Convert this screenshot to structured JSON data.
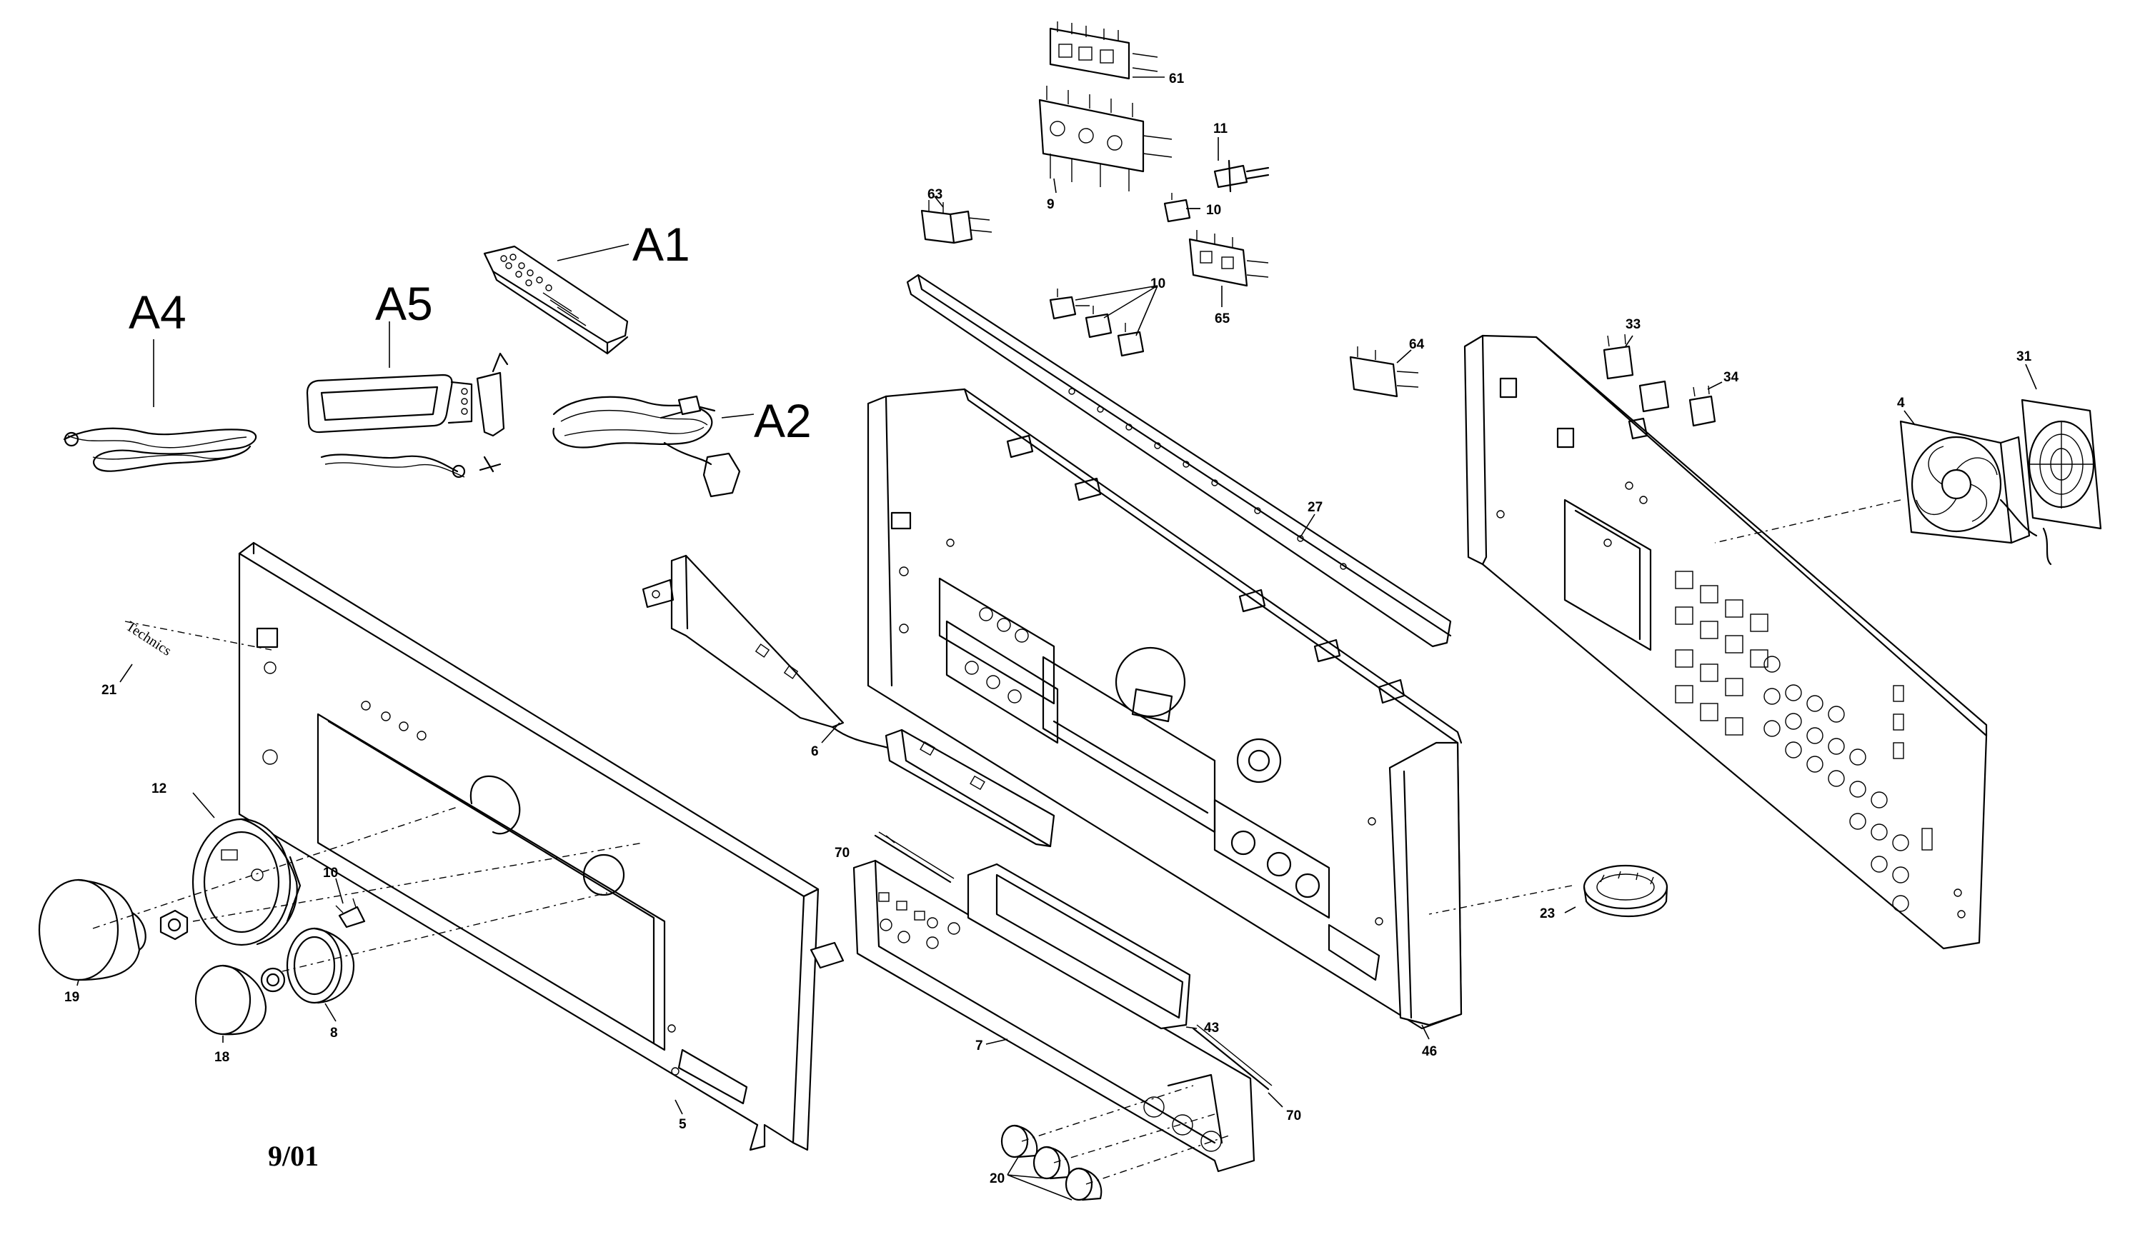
{
  "date_code": "9/01",
  "brand_text": "Technics",
  "accessory_labels": {
    "remote": "A1",
    "ac_cord": "A2",
    "fm_antenna": "A4",
    "am_loop": "A5"
  },
  "part_labels": {
    "fan": "4",
    "front_panel": "5",
    "bracket_6": "6",
    "display_holder": "7",
    "ring_8": "8",
    "switch_9": "9",
    "switch_10_a": "10",
    "switch_10_b": "10",
    "switch_10_c": "10",
    "shaft_11": "11",
    "knob_ring_12": "12",
    "knob_18": "18",
    "knob_19": "19",
    "buttons_20": "20",
    "badge_21": "21",
    "foot_23": "23",
    "rail_27": "27",
    "fan_guard_31": "31",
    "clip_33": "33",
    "clip_34": "34",
    "window_43": "43",
    "chassis_46": "46",
    "switch_61": "61",
    "switch_63": "63",
    "switch_64": "64",
    "switch_65": "65",
    "spring_70_a": "70",
    "spring_70_b": "70"
  }
}
